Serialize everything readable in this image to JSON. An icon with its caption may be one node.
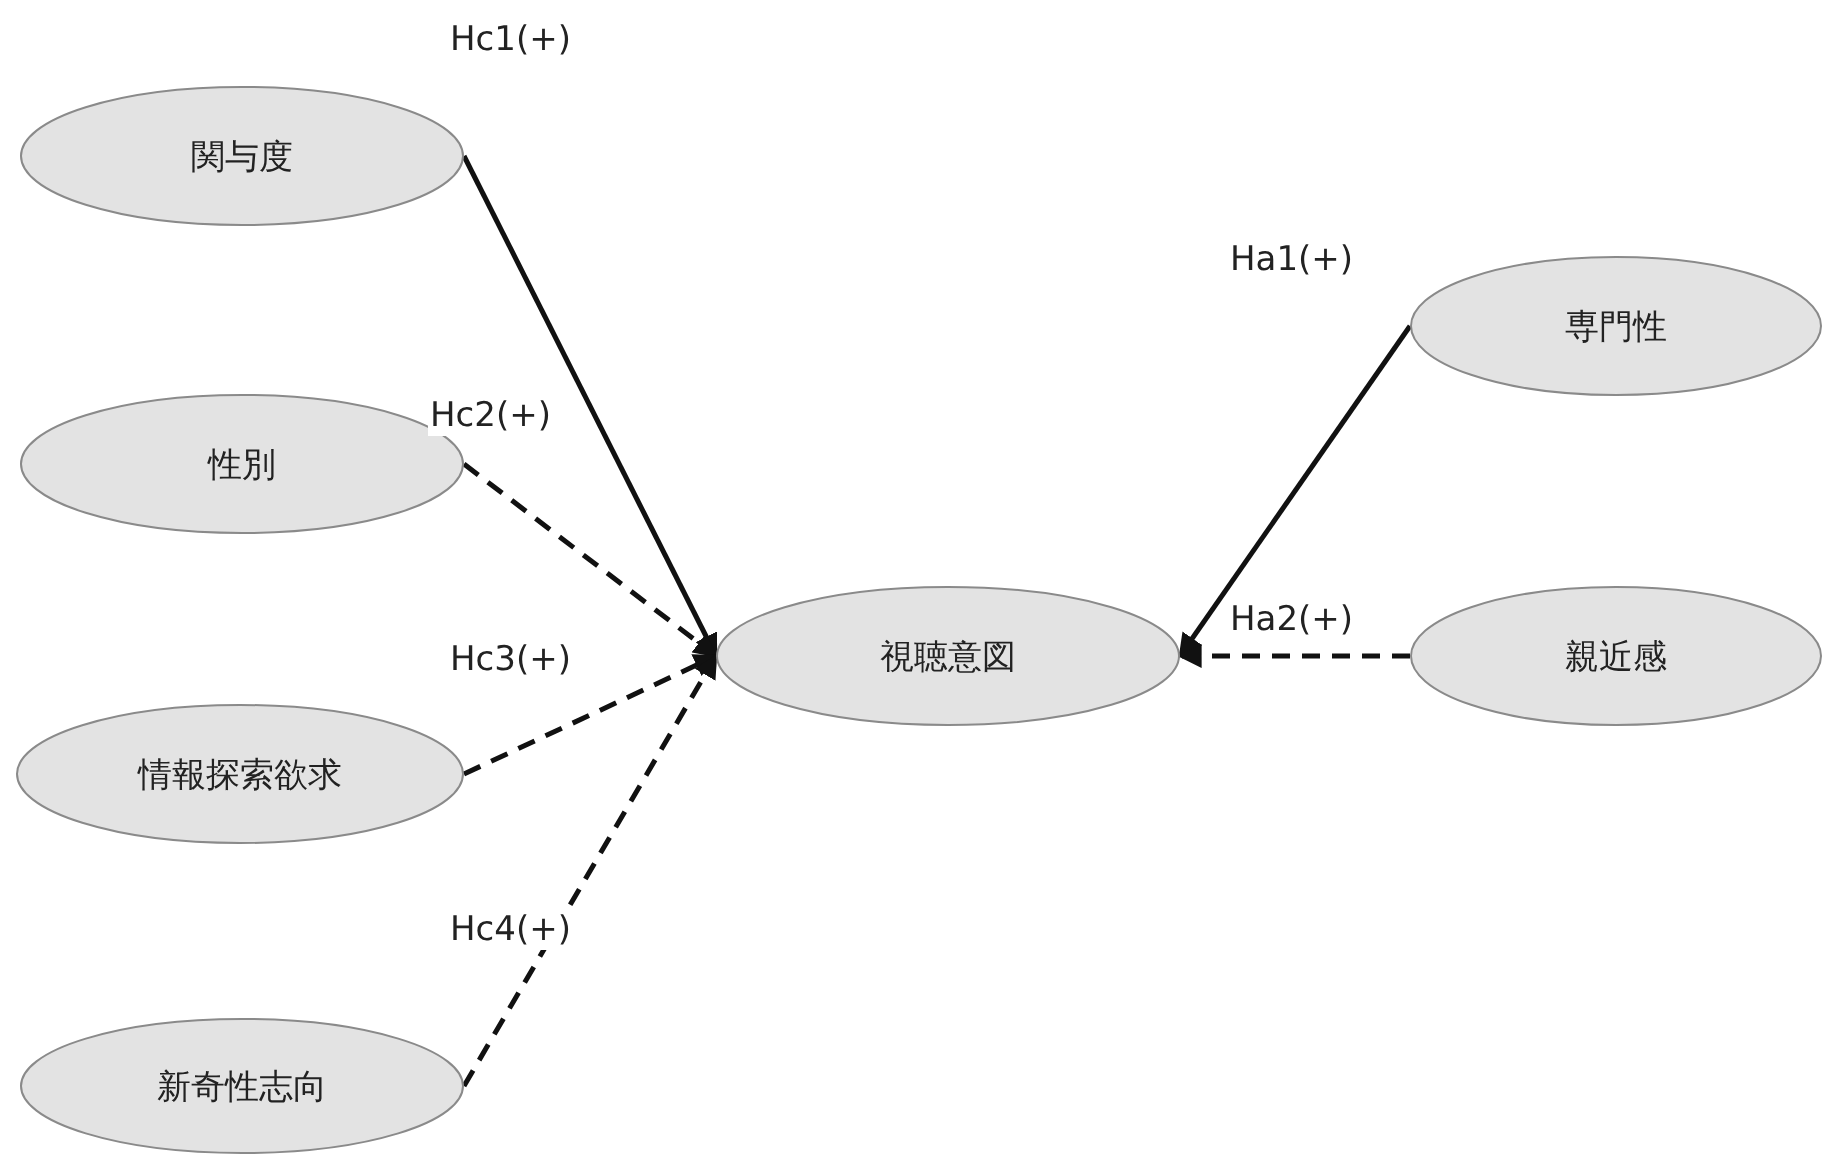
{
  "diagram": {
    "nodes": [
      {
        "text": [
          "関与度"
        ]
      },
      {
        "text": [
          "性別"
        ]
      },
      {
        "text": [
          "情報探索欲求"
        ]
      },
      {
        "text": [
          "新奇性志向"
        ]
      },
      {
        "text": [
          "視聴意図"
        ]
      },
      {
        "text": [
          "専門性"
        ]
      },
      {
        "text": [
          "親近感"
        ]
      }
    ],
    "edges": [
      {
        "from": 0,
        "to": 4,
        "arrow": "to",
        "label": "Hc1(+)"
      },
      {
        "from": 1,
        "to": 4,
        "arrow": "to",
        "label": "Hc2(+)",
        "style": "dashed"
      },
      {
        "from": 2,
        "to": 4,
        "arrow": "to",
        "label": "Hc3(+)",
        "style": "dashed"
      },
      {
        "from": 3,
        "to": 4,
        "arrow": "to",
        "label": "Hc4(+)",
        "style": "dashed"
      },
      {
        "from": 5,
        "to": 4,
        "arrow": "to",
        "label": "Ha1(+)"
      },
      {
        "from": 6,
        "to": 4,
        "arrow": "to",
        "label": "Ha2(+)",
        "style": "dashed"
      }
    ]
  }
}
